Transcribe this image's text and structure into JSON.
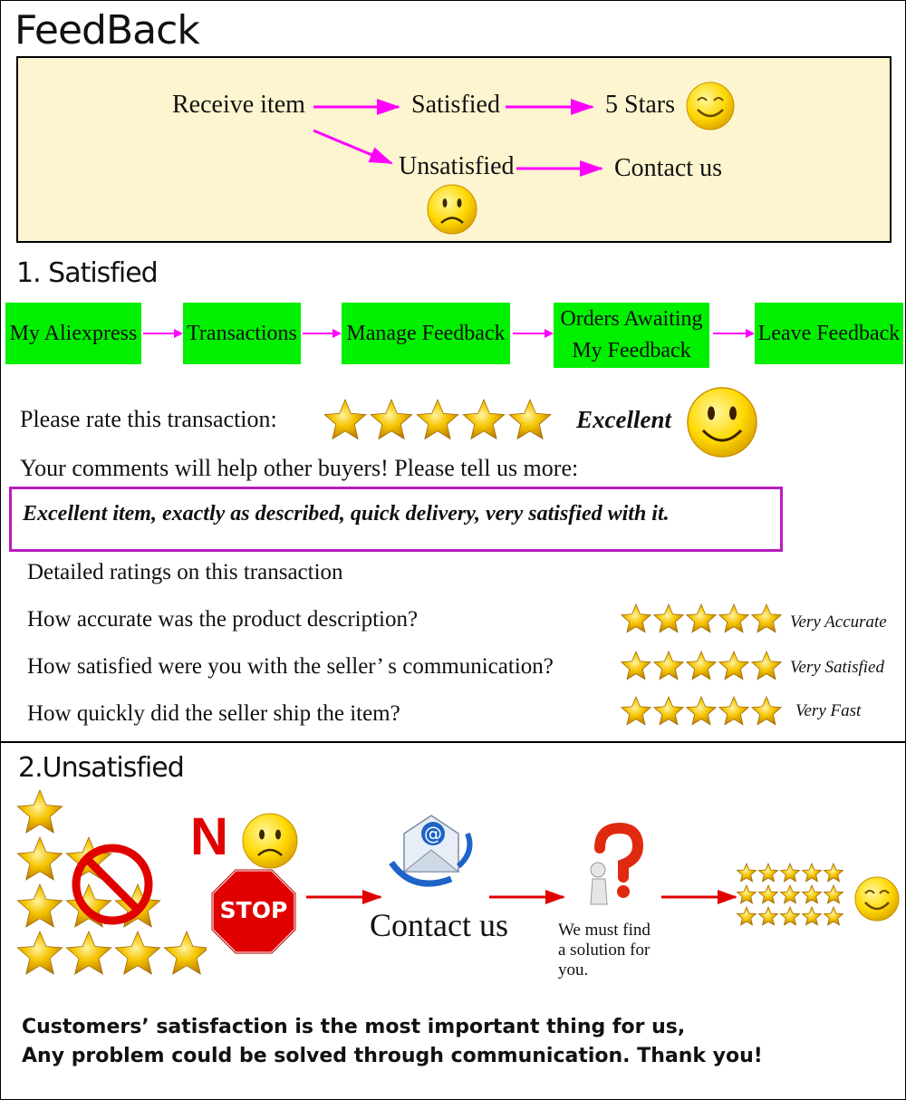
{
  "title": "FeedBack",
  "flow": {
    "receive": "Receive item",
    "satisfied": "Satisfied",
    "five_stars": "5 Stars",
    "unsatisfied": "Unsatisfied",
    "contact": "Contact us"
  },
  "section1": {
    "heading": "1. Satisfied",
    "steps": [
      "My Aliexpress",
      "Transactions",
      "Manage Feedback",
      "Orders Awaiting My Feedback",
      "Leave Feedback"
    ],
    "rate_label": "Please rate this transaction:",
    "rating_word": "Excellent",
    "rating_stars": 5,
    "comments_prompt": "Your comments will help other buyers! Please tell us more:",
    "comment": "Excellent item, exactly as described, quick delivery, very satisfied with it.",
    "detailed_title": "Detailed ratings on this transaction",
    "detailed": [
      {
        "q": "How accurate was the product description?",
        "stars": 5,
        "label": "Very Accurate"
      },
      {
        "q": "How satisfied were you with the seller’ s communication?",
        "stars": 5,
        "label": "Very Satisfied"
      },
      {
        "q": "How quickly did the seller ship the item?",
        "stars": 5,
        "label": "Very Fast"
      }
    ]
  },
  "section2": {
    "heading": "2.Unsatisfied",
    "no_letter": "N",
    "stop_text": "STOP",
    "contact": "Contact us",
    "solution": [
      "We must find",
      "a solution for",
      "you."
    ],
    "message_line1": "Customers’ satisfaction is the most important thing for us,",
    "message_line2": "Any problem could be solved through communication. Thank you!"
  },
  "colors": {
    "arrow_magenta": "#ff00ff",
    "arrow_red": "#e00000",
    "step_green": "#00f000",
    "flow_bg": "#fcf5cf",
    "comment_border": "#b81cc0",
    "star_gold": "#f0b400"
  },
  "icons": [
    "smiley-happy-icon",
    "smiley-sad-icon",
    "star-icon",
    "no-symbol-icon",
    "stop-sign-icon",
    "email-icon",
    "question-figure-icon"
  ]
}
